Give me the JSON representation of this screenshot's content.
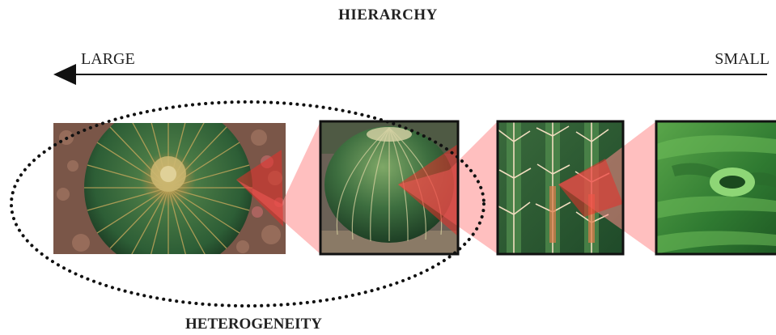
{
  "title": "HIERARCHY",
  "arrow": {
    "left_label": "LARGE",
    "right_label": "SMALL"
  },
  "group_label": "HETEROGENEITY",
  "panels": [
    {
      "name": "cactus-top-view",
      "subject": "barrel cactus from above"
    },
    {
      "name": "cactus-side-view",
      "subject": "barrel cactus side view"
    },
    {
      "name": "cactus-ribs-closeup",
      "subject": "ribs and spines close-up"
    },
    {
      "name": "cactus-stoma-micrograph",
      "subject": "green micrograph of a stoma"
    }
  ],
  "colors": {
    "zoom_wedge": "#ff8a8a",
    "zoom_region": "#e8302a",
    "cactus": "#2f6b3e",
    "micrograph": "#3f8f3a"
  }
}
